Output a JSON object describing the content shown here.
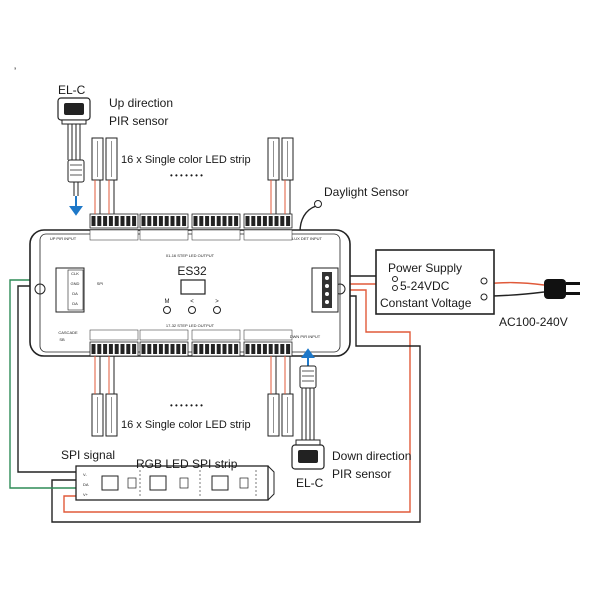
{
  "controller": {
    "name": "ES32"
  },
  "labels": {
    "el_c_top": "EL-C",
    "up_sensor_line1": "Up direction",
    "up_sensor_line2": "PIR sensor",
    "led_strip_top": "16 x Single color LED strip",
    "led_strip_bottom": "16 x Single color LED strip",
    "daylight": "Daylight Sensor",
    "ps_line1": "Power Supply",
    "ps_line2": "5-24VDC",
    "ps_line3": "Constant Voltage",
    "ac": "AC100-240V",
    "spi_signal": "SPI signal",
    "rgb_strip": "RGB LED SPI strip",
    "down_sensor_line1": "Down direction",
    "down_sensor_line2": "PIR sensor",
    "el_c_bottom": "EL-C",
    "dots": "• • • • • • •"
  },
  "board_text": {
    "top_output": "01-16 STEP LED OUTPUT",
    "bottom_output": "17-32 STEP LED OUTPUT",
    "up_pir": "UP PIR INPUT",
    "lux_det": "LUX DET INPUT",
    "dwn_pir": "DWN PIR INPUT",
    "cascade": "CASCADE",
    "sb": "SB",
    "spi": "SPI",
    "spi_pins": [
      "CLK",
      "GND",
      "DA",
      "DA"
    ],
    "btn_m": "M",
    "btn_left": "<",
    "btn_right": ">",
    "rgb_pins": [
      "V-",
      "DA",
      "V+"
    ]
  },
  "colors": {
    "line": "#222222",
    "red_wire": "#e05a3a",
    "green_wire": "#2e8b57",
    "blue_arrow": "#1e78c8"
  }
}
